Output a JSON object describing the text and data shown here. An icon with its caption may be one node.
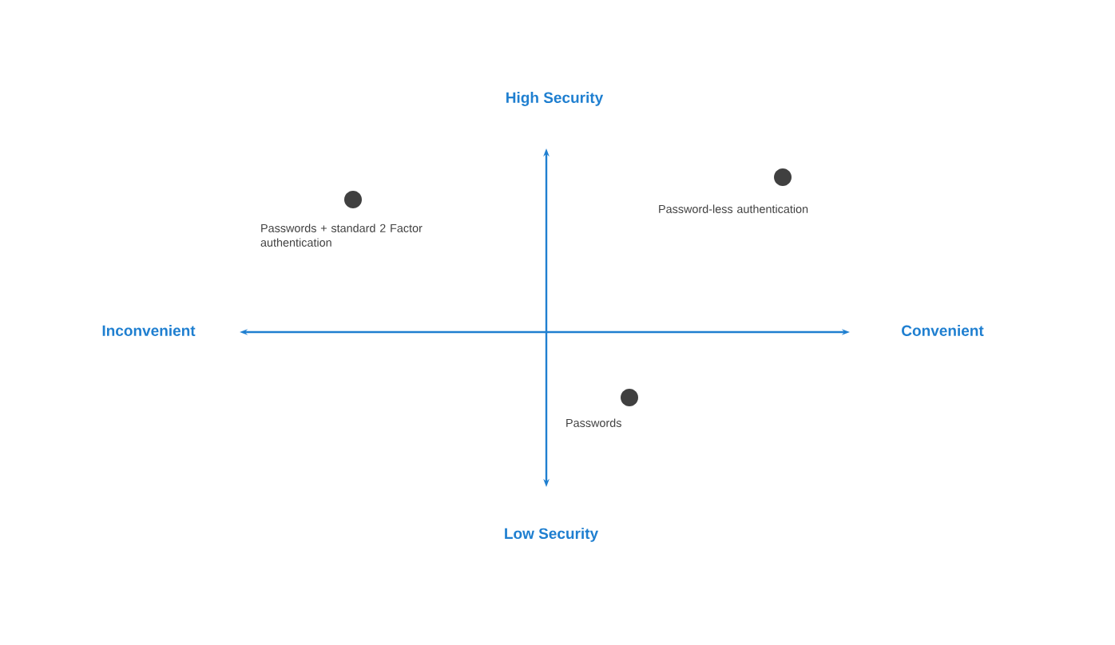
{
  "diagram": {
    "nodes": [
      {
        "text": [],
        "shape": "circle",
        "beside": [
          "Passwords + standard 2 Factor authentication"
        ]
      },
      {
        "text": [],
        "shape": "circle",
        "beside": [
          "Password-less authentication"
        ]
      },
      {
        "text": [],
        "shape": "circle",
        "beside": [
          "Passwords"
        ]
      }
    ],
    "labels": [
      "High Security",
      "Inconvenient",
      "Convenient",
      "Low Security"
    ]
  }
}
